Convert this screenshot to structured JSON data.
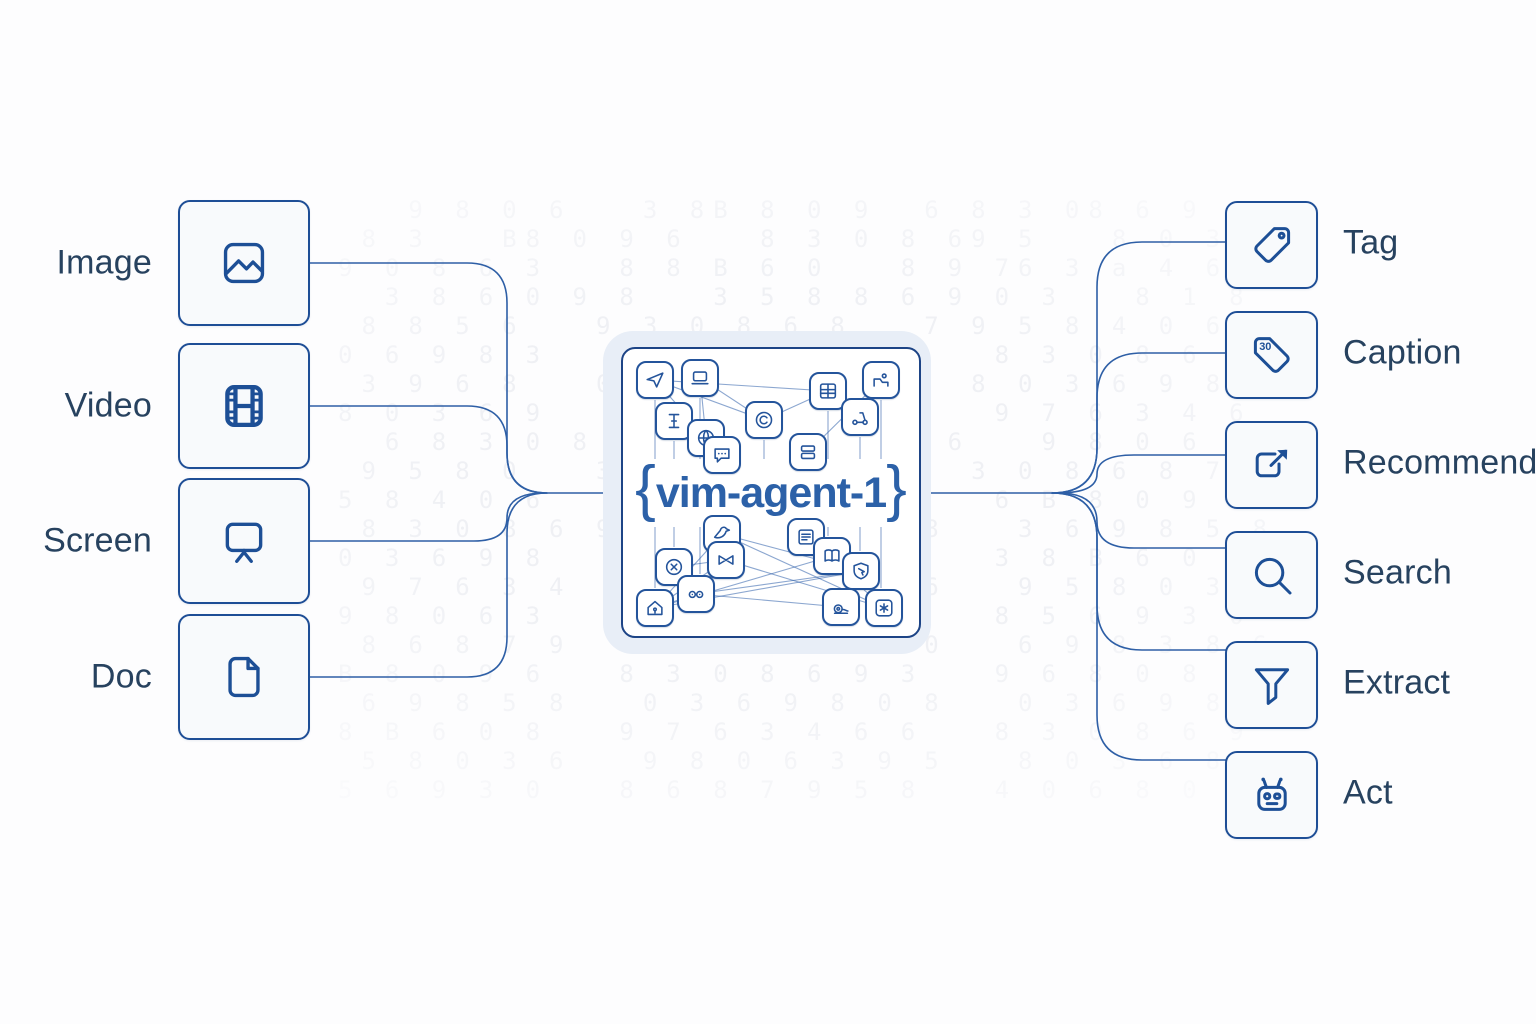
{
  "center": {
    "brace_open": "{",
    "label": "vim-agent-1",
    "brace_close": "}"
  },
  "inputs": [
    {
      "label": "Image",
      "icon": "image-icon"
    },
    {
      "label": "Video",
      "icon": "video-icon"
    },
    {
      "label": "Screen",
      "icon": "screen-icon"
    },
    {
      "label": "Doc",
      "icon": "doc-icon"
    }
  ],
  "outputs": [
    {
      "label": "Tag",
      "icon": "tag-icon"
    },
    {
      "label": "Caption",
      "icon": "caption-tag-icon",
      "tag_text": "30"
    },
    {
      "label": "Recommend",
      "icon": "recommend-icon"
    },
    {
      "label": "Search",
      "icon": "search-icon"
    },
    {
      "label": "Extract",
      "icon": "extract-funnel-icon"
    },
    {
      "label": "Act",
      "icon": "act-robot-icon"
    }
  ],
  "colors": {
    "line": "#2e5fa6",
    "box_border": "#1e4e96",
    "box_fill": "#f8fafc",
    "label_ink": "#27425f",
    "agent_accent": "#2c61a8",
    "glow": "#e8eef7"
  },
  "background": {
    "noise": "   9 8 0 6   3 8B 8 0 9  6 8 3 08 6 9\n 8 3   B8 0 9 6   8 3 0 8 69 5   8 0 3 6\n9 0 8 6 3   8 8 B 6 0   8 9 76 3 a 4 6\n  3 8 6 0 9 8   3 5 8 8 6 9 0 3   8 1 8\n 8 8 5 6   9 3 0 8 6 8   7 9 5 8 4 0 6 8\n0 6 9 8 3   8 6 B 8 0 9 6   8 3 0 8 6 9\n 3 9 6 8   0 8 3 6 9 8 5   8 0 3 6 9 8 0\n8 0 3 6 9   8 3 8 B 6 0 8   9 7 6 3 4 6\n  6 8 3 0 8 6 9 5   8 0 3 6   9 8 0 6 3\n 9 5 8 0   3 6 8 8 5 6 9   3 0 8 6 8 7 9\n5 8 4 0 6   8 0 6 9 8 3 8   6 B 8 0 9 6\n 8 3 0 8 6 9   3 9 6 8 0 8   3 6 9 8 5 8\n0 3 6 9 8   0 8 0 3 6 9 8   3 8 B 6 0 8\n 9 7 6 3 4   6 6 8 3 0 8 6   9 5 8 0 3 6\n9 8 0 6 3   9 5 8 0 3 6 8   8 5 6 9 3 0\n 8 6 8 7 9   5 8 4 0 6 8 0   6 9 8 3 8 6\nB 8 0 9 6   8 3 0 8 6 9 3   9 6 8 0 8 3\n 6 9 8 5 8   0 3 6 9 8 0 8   0 3 6 9 8 3\n8 B 6 0 8   9 7 6 3 4 6 6   8 3 0 8 6 9\n 5 8 0 3 6   9 8 0 6 3 9 5   8 0 3 6 8 8\n5 6 9 3 0   8 6 8 7 9 5 8   4 0 6 8 0 6"
  },
  "center_tiles": [
    "send",
    "laptop",
    "table",
    "workstation",
    "text-tool",
    "copyright",
    "scooter",
    "globe",
    "chat",
    "cards",
    "bird",
    "list",
    "bowtie",
    "book",
    "close",
    "shield",
    "masks",
    "home-lock",
    "snail",
    "asterisk"
  ]
}
